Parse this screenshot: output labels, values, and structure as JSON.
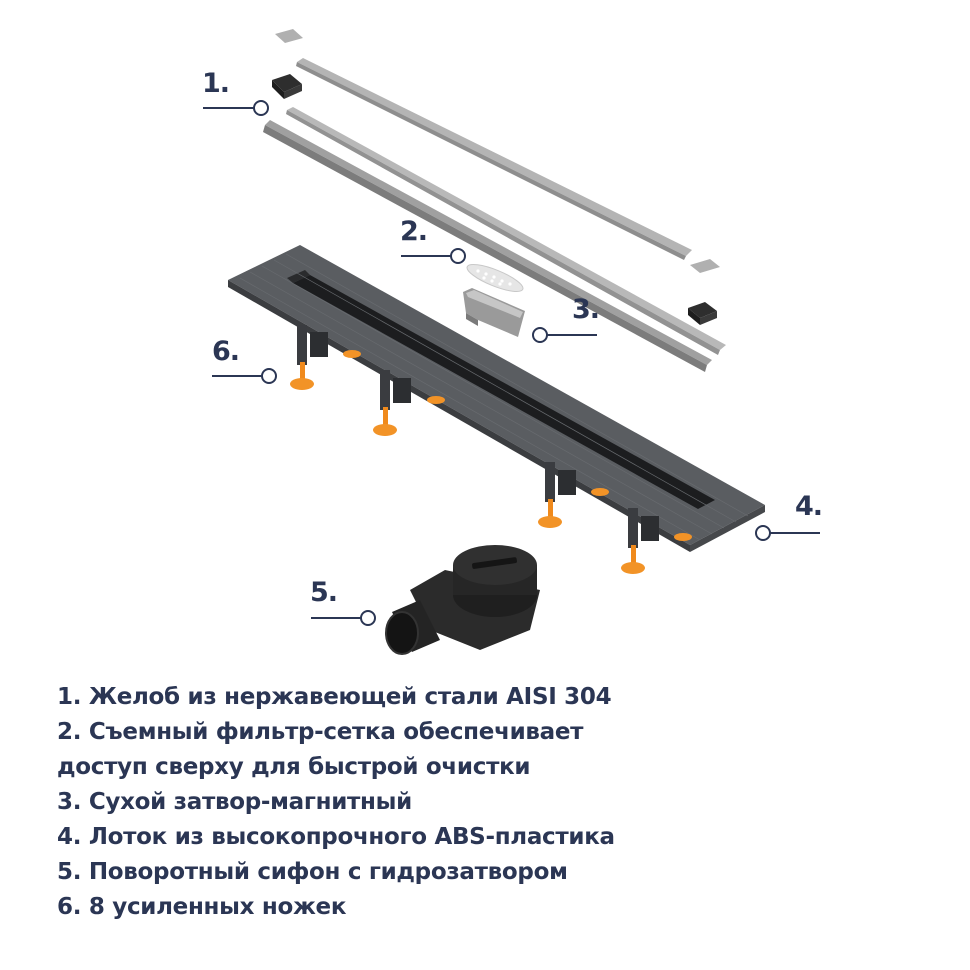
{
  "diagram": {
    "title": "Exploded view of linear shower drain",
    "colors": {
      "text": "#2b3654",
      "callout_line": "#2b3654",
      "steel": "#a9a9a9",
      "tray": "#55585c",
      "legs_metal": "#3a3c40",
      "legs_orange": "#f08a1c",
      "siphon": "#2a2a2a"
    },
    "callouts": [
      {
        "id": "1",
        "label": "1."
      },
      {
        "id": "2",
        "label": "2."
      },
      {
        "id": "3",
        "label": "3."
      },
      {
        "id": "4",
        "label": "4."
      },
      {
        "id": "5",
        "label": "5."
      },
      {
        "id": "6",
        "label": "6."
      }
    ],
    "legend": [
      "1. Желоб из нержавеющей стали AISI 304",
      "2. Съемный фильтр-сетка обеспечивает",
      "доступ сверху для быстрой очистки",
      "3. Сухой затвор-магнитный",
      "4. Лоток из высокопрочного ABS-пластика",
      "5. Поворотный сифон с гидрозатвором",
      "6. 8 усиленных ножек"
    ]
  }
}
